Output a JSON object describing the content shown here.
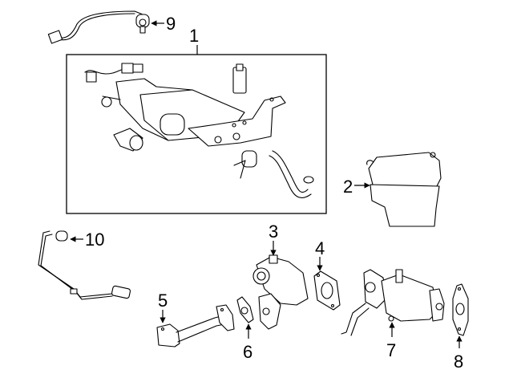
{
  "diagram": {
    "colors": {
      "line": "#000000",
      "background": "#ffffff"
    },
    "callouts": [
      {
        "id": "1",
        "label": "1",
        "part": "assembly-box"
      },
      {
        "id": "2",
        "label": "2",
        "part": "reservoir"
      },
      {
        "id": "3",
        "label": "3",
        "part": "egr-valve"
      },
      {
        "id": "4",
        "label": "4",
        "part": "gasket"
      },
      {
        "id": "5",
        "label": "5",
        "part": "pipe"
      },
      {
        "id": "6",
        "label": "6",
        "part": "gasket"
      },
      {
        "id": "7",
        "label": "7",
        "part": "egr-cooler"
      },
      {
        "id": "8",
        "label": "8",
        "part": "gasket"
      },
      {
        "id": "9",
        "label": "9",
        "part": "oxygen-sensor"
      },
      {
        "id": "10",
        "label": "10",
        "part": "oxygen-sensor"
      }
    ]
  }
}
